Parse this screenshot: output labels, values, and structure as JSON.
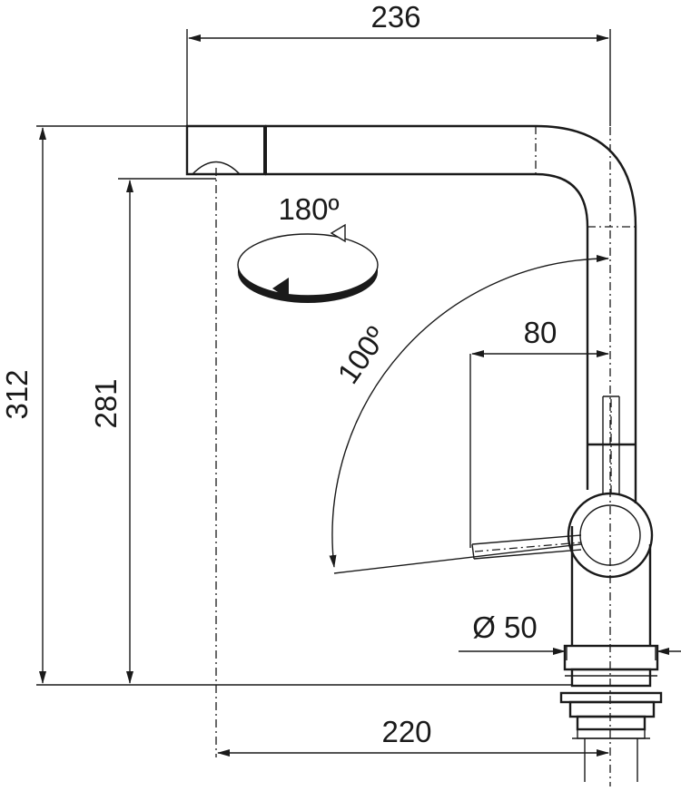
{
  "dimensions": {
    "width_top": "236",
    "height_total": "312",
    "spout_height": "281",
    "rotation": "180º",
    "lever_angle": "100º",
    "lever_offset": "80",
    "base_diameter": "Ø 50",
    "reach": "220"
  },
  "colors": {
    "ink": "#1a1a1a",
    "background": "#ffffff"
  }
}
